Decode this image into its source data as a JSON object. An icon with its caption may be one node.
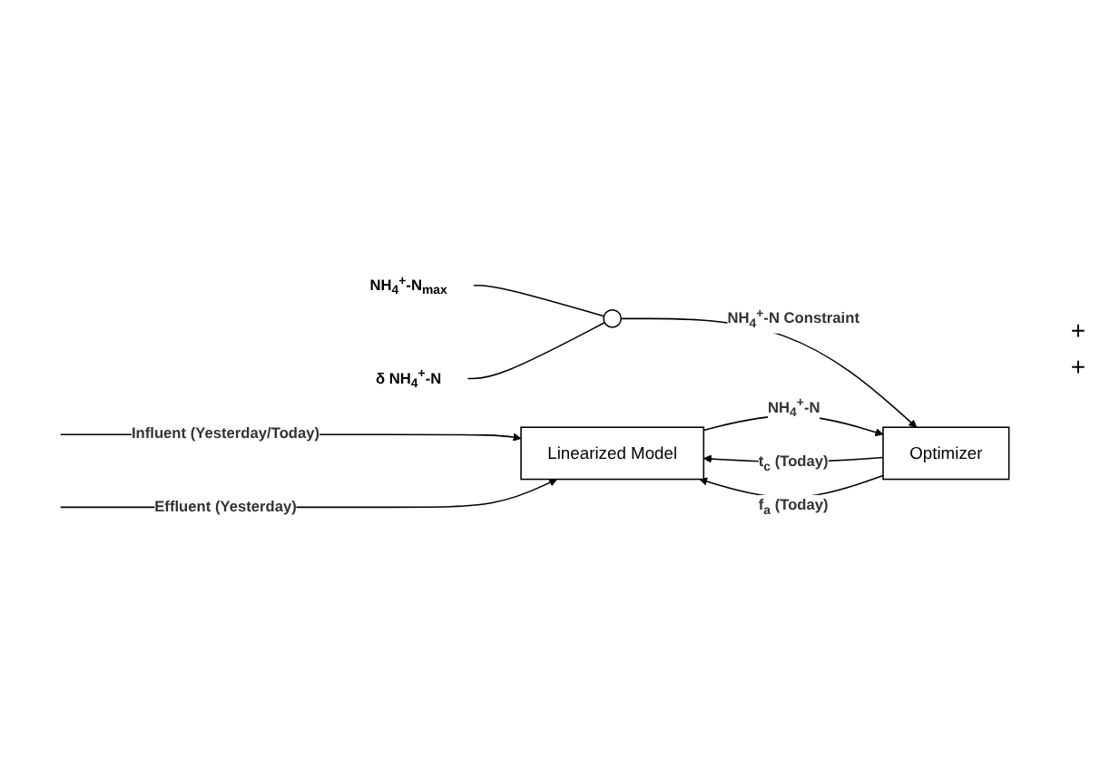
{
  "diagram": {
    "nodes": [
      {
        "text": [
          "Linearized Model"
        ]
      },
      {
        "text": [
          "Optimizer"
        ]
      },
      {
        "text": [],
        "shape": "circle"
      },
      {
        "text": [
          "NH$_{4}$$^{+}$-N$_{max}$"
        ]
      },
      {
        "text": [
          "δ NH$_{4}$$^{+}$-N"
        ]
      }
    ],
    "edges": [
      {
        "from": null,
        "to": 0,
        "arrow": "to",
        "label": "Influent (Yesterday/Today)"
      },
      {
        "from": null,
        "to": 0,
        "arrow": "to",
        "label": "Effluent (Yesterday)"
      },
      {
        "from": 1,
        "to": 0,
        "arrow": "to",
        "label": "t$_{c}$ (Today)"
      },
      {
        "from": 1,
        "to": 0,
        "arrow": "to",
        "label": "f$_{a}$ (Today)"
      },
      {
        "from": 0,
        "to": 1,
        "arrow": "to",
        "label": "NH$_{4}$$^{+}$-N"
      },
      {
        "from": 2,
        "to": 1,
        "arrow": "to",
        "label": "NH$_{4}$$^{+}$-N Constraint"
      },
      {
        "from": 3,
        "to": 2,
        "arrow": "none"
      },
      {
        "from": 4,
        "to": 2,
        "arrow": "none"
      }
    ],
    "labels": [
      "+",
      "+"
    ]
  }
}
